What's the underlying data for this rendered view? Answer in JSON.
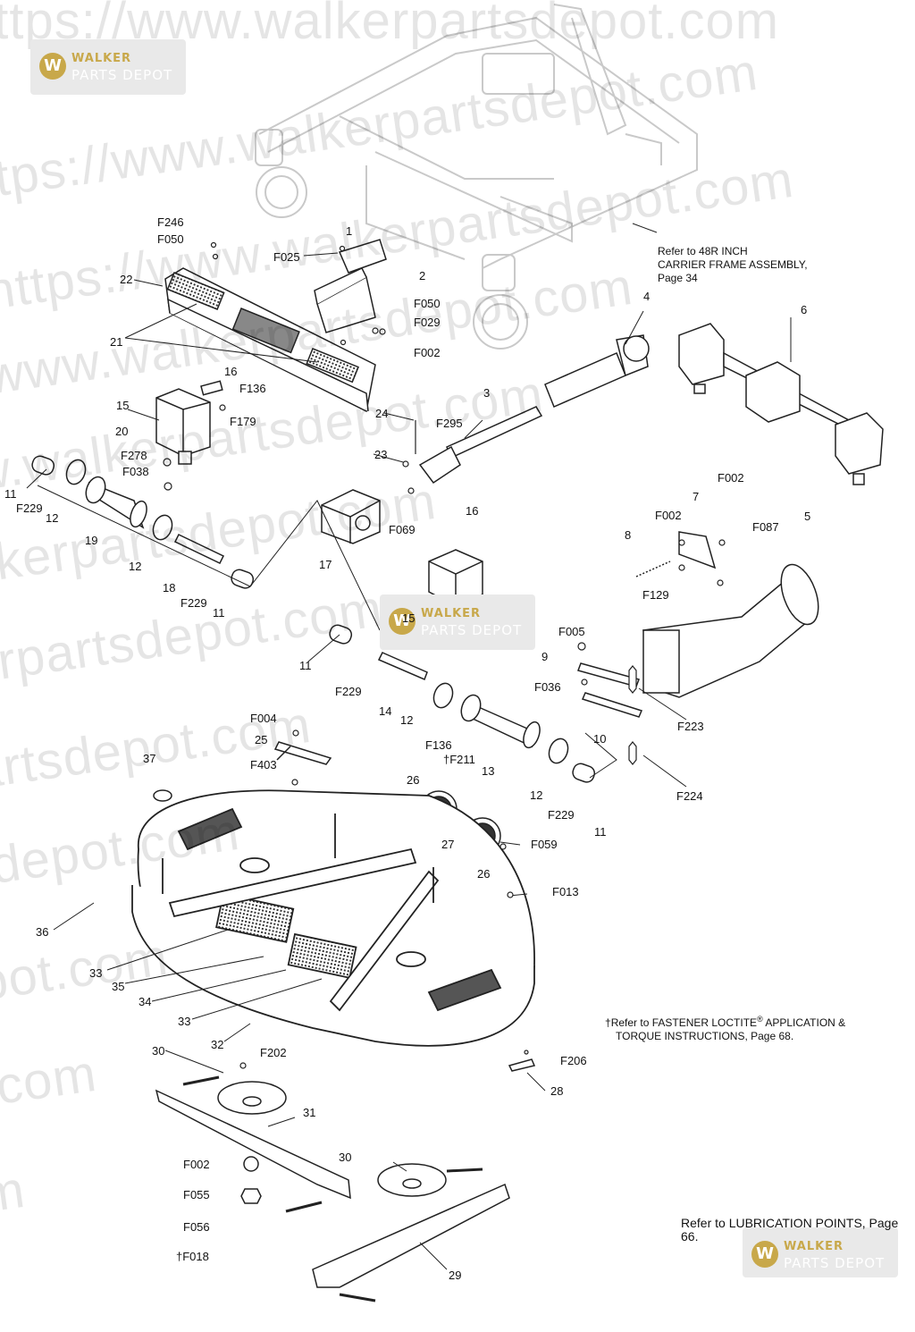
{
  "watermark": {
    "texts": [
      "https://www.walkerpartsdepot.com",
      "https://www.walkerpartsdepot.com",
      "https://www.walkerpartsdepot.com",
      "https://www.walkerpartsdepot.com",
      "https://www.walkerpartsdepot.com",
      "https://www.walkerpartsdepot.com",
      "https://www.walkerpartsdepot.com",
      "https://www.walkerpartsdepot.com",
      "https://www.walkerpartsdepot.com",
      "https://www.walkerpartsdepot.com",
      "https://www.walkerpartsdepot.com",
      "https://www.walkerpartsdepot.com"
    ],
    "logo_line1": "WALKER",
    "logo_line2": "PARTS DEPOT",
    "logo_mark": "W"
  },
  "labels": {
    "F246": "F246",
    "F050a": "F050",
    "F025": "F025",
    "p1": "1",
    "p22": "22",
    "p2": "2",
    "F050b": "F050",
    "F029": "F029",
    "p21": "21",
    "F002a": "F002",
    "p16a": "16",
    "F136a": "F136",
    "p15a": "15",
    "F179": "F179",
    "p20": "20",
    "F278": "F278",
    "F038": "F038",
    "p11a": "11",
    "F229a": "F229",
    "p12a": "12",
    "p19": "19",
    "p12b": "12",
    "p18": "18",
    "F229b": "F229",
    "p11b": "11",
    "p4": "4",
    "p3": "3",
    "p24": "24",
    "F295": "F295",
    "p23": "23",
    "F069": "F069",
    "p16b": "16",
    "p17": "17",
    "p6": "6",
    "F002b": "F002",
    "p7": "7",
    "F002c": "F002",
    "F087": "F087",
    "p8": "8",
    "p5": "5",
    "F129": "F129",
    "p15b": "15",
    "p11c": "11",
    "F229c": "F229",
    "p14": "14",
    "F005": "F005",
    "p9": "9",
    "F036": "F036",
    "F223": "F223",
    "p10": "10",
    "p12c": "12",
    "F136b": "F136",
    "F211": "F211",
    "p13": "13",
    "p12d": "12",
    "F229d": "F229",
    "p11d": "11",
    "F224": "F224",
    "F004": "F004",
    "p25": "25",
    "F403": "F403",
    "p37": "37",
    "p26a": "26",
    "p27": "27",
    "F059": "F059",
    "p26b": "26",
    "F013": "F013",
    "p36": "36",
    "p33a": "33",
    "p35": "35",
    "p34": "34",
    "p33b": "33",
    "p32": "32",
    "p30a": "30",
    "F202": "F202",
    "p31": "31",
    "F206": "F206",
    "p28": "28",
    "p30b": "30",
    "F002d": "F002",
    "F055": "F055",
    "F056": "F056",
    "F018": "F018",
    "p29": "29"
  },
  "dagger": "†",
  "notes": {
    "carrier_ref_l1": "Refer to 48R INCH",
    "carrier_ref_l2": "CARRIER FRAME ASSEMBLY,",
    "carrier_ref_l3": "Page 34",
    "loctite_l1": "Refer to FASTENER LOCTITE",
    "loctite_reg": "®",
    "loctite_l1b": " APPLICATION &",
    "loctite_l2": "TORQUE INSTRUCTIONS, Page 68.",
    "lubrication": "Refer to LUBRICATION POINTS, Page 66."
  },
  "icons": [
    "dagger-icon",
    "walker-logo-icon"
  ],
  "colors": {
    "line": "#222222",
    "faded_line": "#c9c9c9",
    "logo_gold": "#c8a84a",
    "logo_bg": "#e9e9e9"
  }
}
